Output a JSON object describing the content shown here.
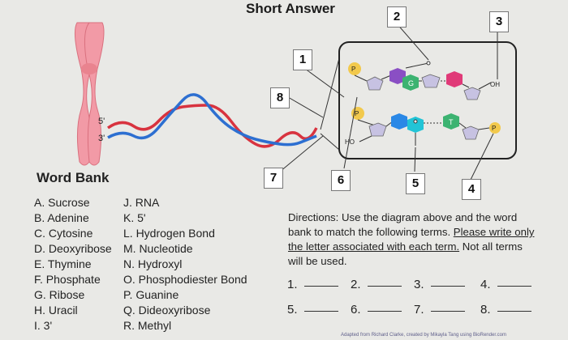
{
  "title": "Short Answer",
  "word_bank": {
    "title": "Word Bank",
    "left": [
      "A. Sucrose",
      "B. Adenine",
      "C. Cytosine",
      "D. Deoxyribose",
      "E. Thymine",
      "F. Phosphate",
      "G. Ribose",
      "H. Uracil",
      "I. 3'"
    ],
    "right": [
      "J. RNA",
      "K. 5'",
      "L. Hydrogen Bond",
      "M. Nucleotide",
      "N. Hydroxyl",
      "O. Phosphodiester Bond",
      "P. Guanine",
      "Q. Dideoxyribose",
      "R. Methyl"
    ]
  },
  "directions": {
    "lead": "Directions: Use the diagram above and the word bank to match the following terms. ",
    "underlined": "Please write only the letter associated with each term.",
    "tail": " Not all terms will be used."
  },
  "answers": [
    "1.",
    "2.",
    "3.",
    "4.",
    "5.",
    "6.",
    "7.",
    "8."
  ],
  "diagram": {
    "numbers": [
      "1",
      "2",
      "3",
      "4",
      "5",
      "6",
      "7",
      "8"
    ],
    "strand_labels": [
      "5'",
      "3'"
    ],
    "base_letters": [
      "G",
      "T"
    ],
    "phosphate_letter": "P",
    "oh_label": "OH",
    "ho_label": "HO"
  },
  "credit": "Adapted from Richard Clarke, created by Mikayla Tang using BioRender.com",
  "colors": {
    "chromosome": "#f29aa6",
    "strand_red": "#d8333f",
    "strand_blue": "#2d6fd1",
    "phosphate": "#f2c94c",
    "sugar": "#c7c2e2",
    "base_purple": "#8a4fc4",
    "base_pink": "#e03a78",
    "base_blue": "#2a88e6",
    "base_cyan": "#22c4d6",
    "base_green": "#3cb371"
  }
}
